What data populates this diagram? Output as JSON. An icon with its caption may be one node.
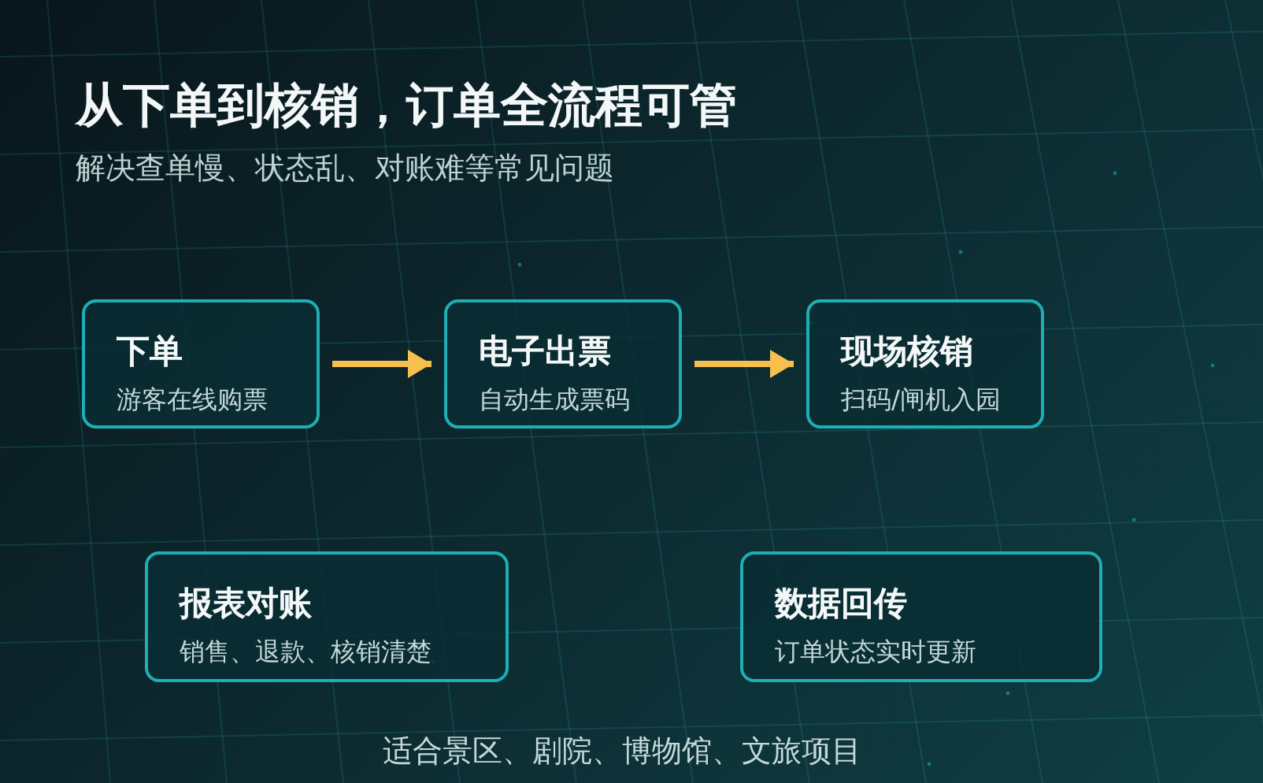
{
  "diagram": {
    "title": "从下单到核销，订单全流程可管",
    "caption": "适合景区、剧院、博物馆、文旅项目",
    "nodes": [
      {
        "text": [
          "下单",
          "游客在线购票"
        ]
      },
      {
        "text": [
          "电子出票",
          "自动生成票码"
        ]
      },
      {
        "text": [
          "现场核销",
          "扫码/闸机入园"
        ]
      },
      {
        "text": [
          "报表对账",
          "销售、退款、核销清楚"
        ]
      },
      {
        "text": [
          "数据回传",
          "订单状态实时更新"
        ]
      }
    ],
    "edges": [
      {
        "from": 0,
        "to": 1,
        "arrow": "to"
      },
      {
        "from": 1,
        "to": 2,
        "arrow": "to"
      }
    ],
    "labels": [
      "解决查单慢、状态乱、对账难等常见问题"
    ]
  }
}
